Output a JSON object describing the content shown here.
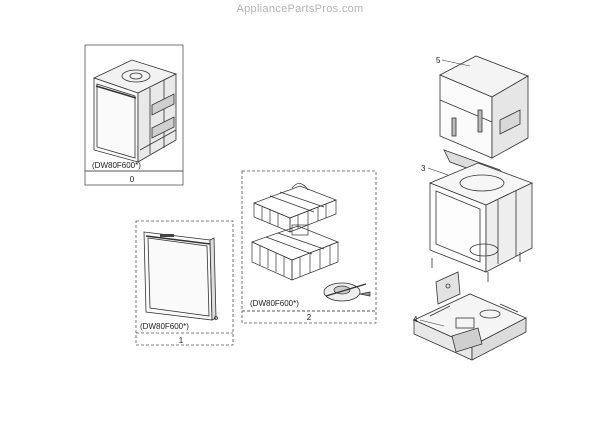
{
  "watermark": "AppliancePartsPros.com",
  "groups": [
    {
      "id": "0",
      "model": "(DW80F600*)",
      "number": "0"
    },
    {
      "id": "1",
      "model": "(DW80F600*)",
      "number": "1"
    },
    {
      "id": "2",
      "model": "(DW80F600*)",
      "number": "2"
    }
  ],
  "callouts": [
    {
      "id": "5",
      "label": "5"
    },
    {
      "id": "3",
      "label": "3"
    },
    {
      "id": "4",
      "label": "4"
    }
  ]
}
